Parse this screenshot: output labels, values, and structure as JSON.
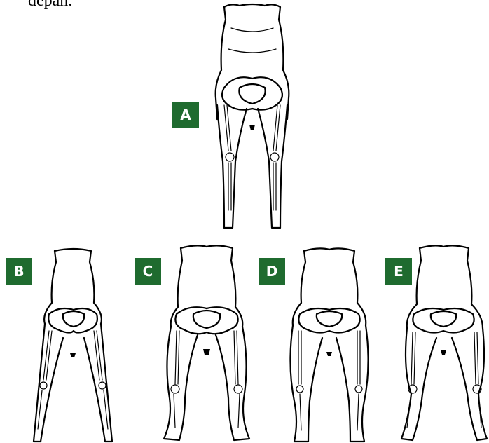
{
  "caption": "depan.",
  "labels": {
    "a": "A",
    "b": "B",
    "c": "C",
    "d": "D",
    "e": "E"
  },
  "colors": {
    "label_bg": "#1f6b2f",
    "label_text": "#ffffff",
    "ink": "#000000",
    "background": "#ffffff"
  }
}
